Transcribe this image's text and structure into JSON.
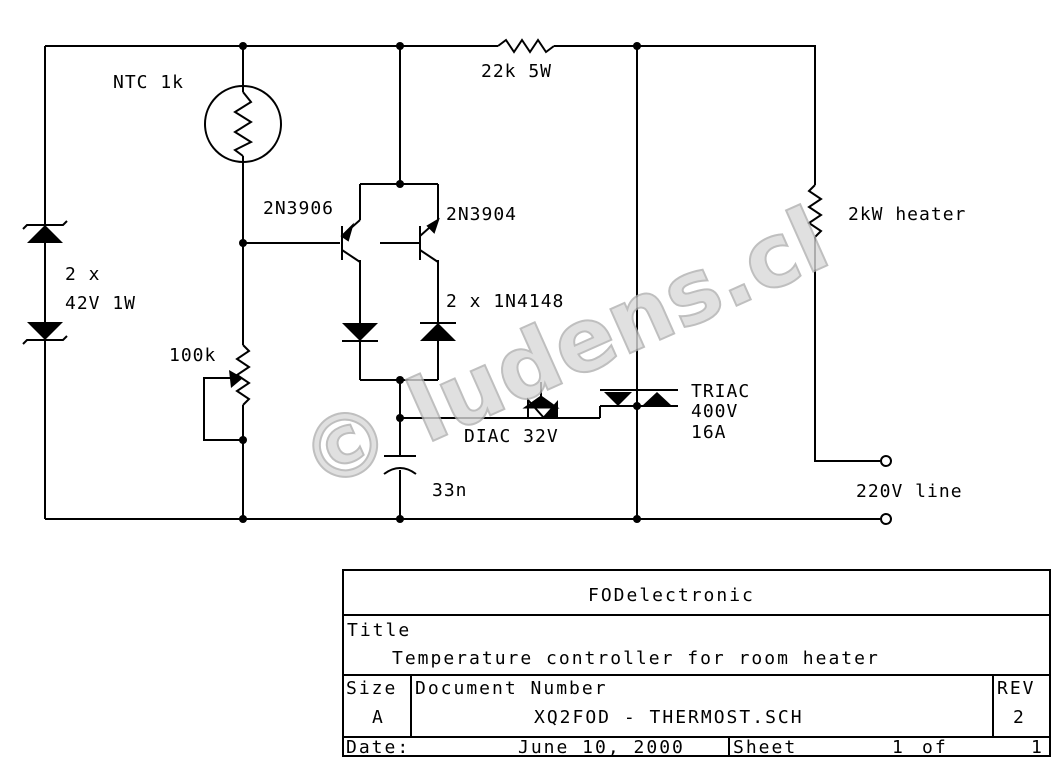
{
  "components": {
    "ntc": "NTC 1k",
    "r_series": "22k 5W",
    "heater": "2kW heater",
    "pnp": "2N3906",
    "npn": "2N3904",
    "zener_count": "2 x",
    "zener_rating": "42V 1W",
    "diodes": "2 x 1N4148",
    "pot": "100k",
    "diac": "DIAC 32V",
    "triac_1": "TRIAC",
    "triac_2": "400V",
    "triac_3": "16A",
    "cap": "33n",
    "line": "220V line"
  },
  "watermark": "© ludens.cl",
  "title_block": {
    "company": "FODelectronic",
    "title_label": "Title",
    "title": "Temperature controller for room heater",
    "size_label": "Size",
    "size": "A",
    "docnum_label": "Document Number",
    "docnum": "XQ2FOD - THERMOST.SCH",
    "rev_label": "REV",
    "rev": "2",
    "date_label": "Date:",
    "date": "June 10, 2000",
    "sheet_label": "Sheet",
    "sheet_num": "1",
    "sheet_of": "of",
    "sheet_total": "1"
  }
}
